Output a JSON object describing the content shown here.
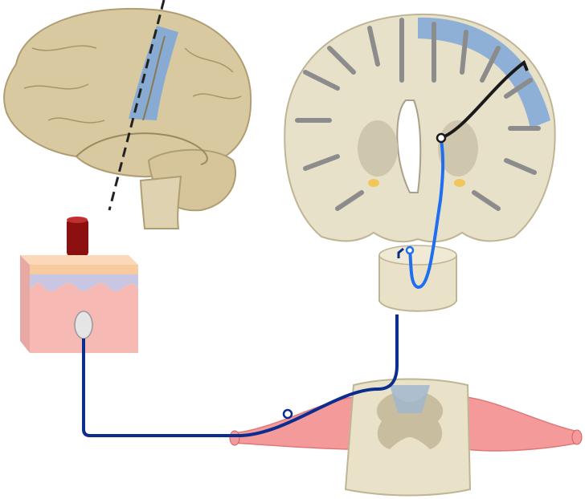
{
  "colors": {
    "brain_tissue": "#d9c9a0",
    "coronal_tissue": "#e8e1c9",
    "sulci": "#8c8c8c",
    "somatosensory_cortex": "#7ea7d8",
    "first_order_neuron": "#0a2d8f",
    "second_order_neuron": "#1f6ff0",
    "third_order_neuron": "#1a1a1a",
    "skin_epidermis": "#f7caa0",
    "skin_papillae": "#c9c6e3",
    "skin_dermis": "#f6b9b4",
    "stimulus": "#8c1010",
    "nerve_roots": "#f59a9a",
    "spinal_cord": "#e9e2c8",
    "gray_matter": "#c8bd9f"
  },
  "icons": [
    "lateral-brain",
    "coronal-brain-section",
    "medulla-section",
    "skin-block",
    "pressure-stimulus",
    "mechanoreceptor",
    "spinal-cord-section"
  ]
}
